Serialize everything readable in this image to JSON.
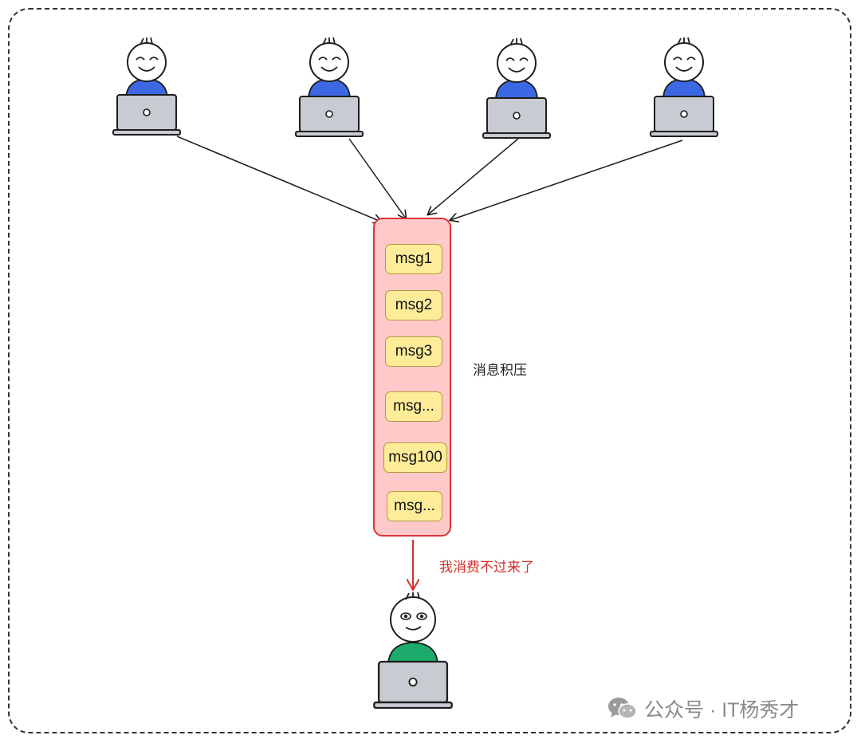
{
  "producers": [
    {
      "id": "producer-1",
      "shirt_color": "#3d68e3",
      "expression": "smiling"
    },
    {
      "id": "producer-2",
      "shirt_color": "#3d68e3",
      "expression": "smiling"
    },
    {
      "id": "producer-3",
      "shirt_color": "#3d68e3",
      "expression": "smiling"
    },
    {
      "id": "producer-4",
      "shirt_color": "#3d68e3",
      "expression": "smiling"
    }
  ],
  "queue": {
    "fill_color": "#ffc9c9",
    "border_color": "#e0313b",
    "messages": [
      "msg1",
      "msg2",
      "msg3",
      "msg...",
      "msg100",
      "msg..."
    ],
    "message_fill": "#ffec99"
  },
  "labels": {
    "backlog": "消息积压",
    "consumer_status": "我消费不过来了"
  },
  "consumer": {
    "shirt_color": "#1cab6a",
    "expression": "wide-eyed",
    "arrow_color": "#d6322c"
  },
  "watermark": {
    "icon": "wechat-icon",
    "text": "公众号 · IT杨秀才"
  }
}
